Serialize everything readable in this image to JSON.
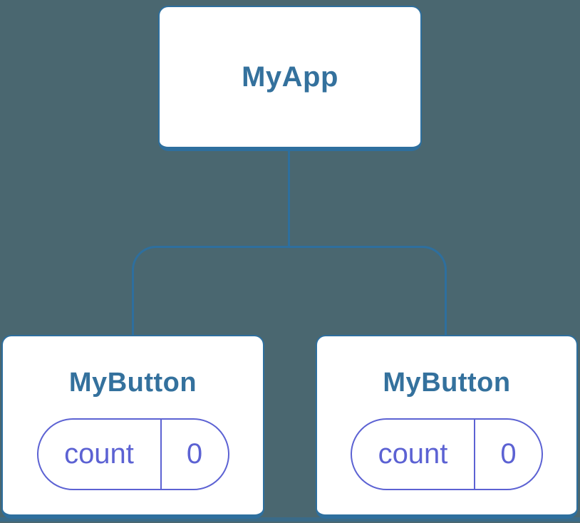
{
  "diagram": {
    "type": "component-tree",
    "colors": {
      "background": "#4A6770",
      "node_fill": "#FFFFFF",
      "node_border_blue": "#2E6F9E",
      "title_text_blue": "#34719D",
      "state_purple": "#5C62D3"
    },
    "root": {
      "label": "MyApp"
    },
    "children": [
      {
        "label": "MyButton",
        "state": {
          "key": "count",
          "value": "0"
        }
      },
      {
        "label": "MyButton",
        "state": {
          "key": "count",
          "value": "0"
        }
      }
    ]
  }
}
